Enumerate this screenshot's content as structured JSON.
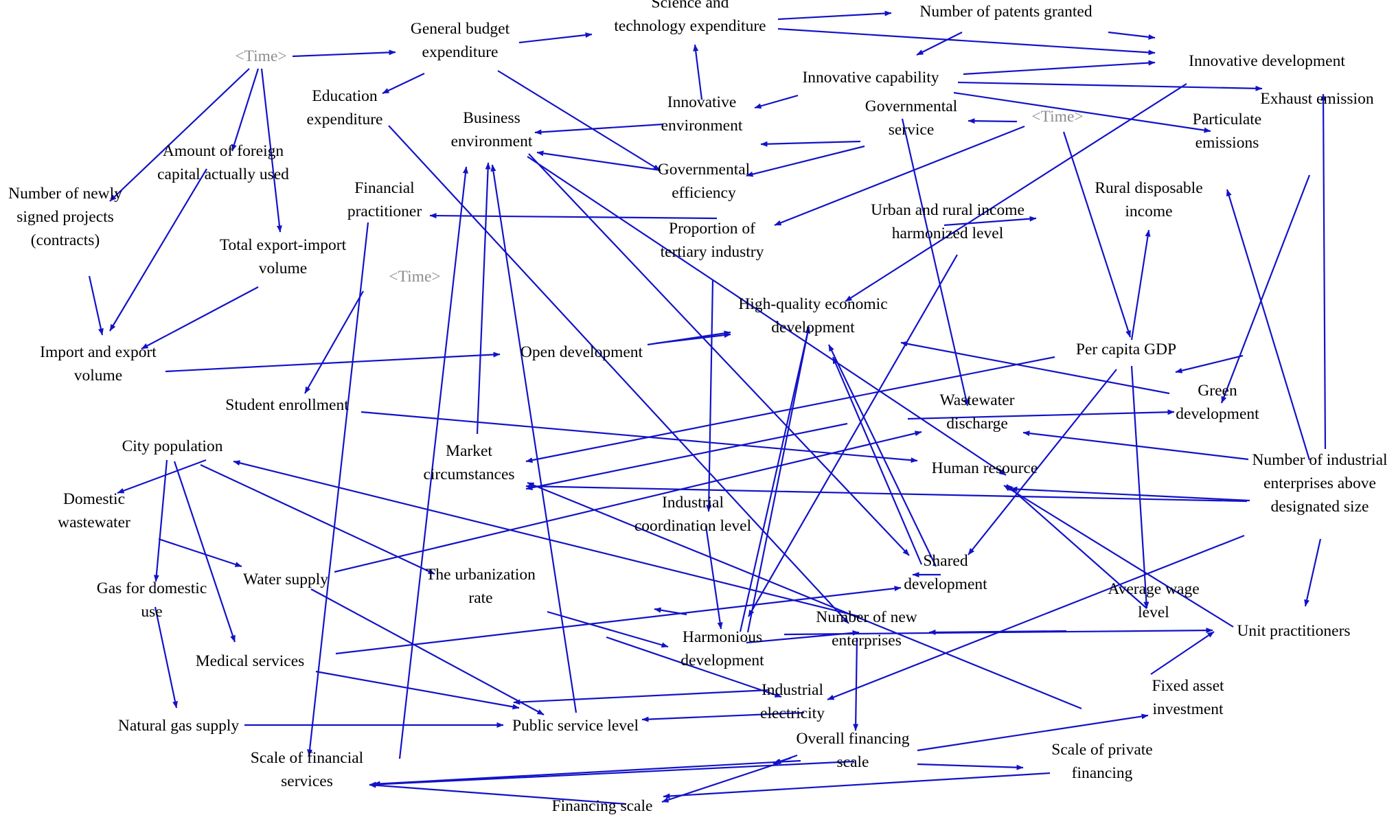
{
  "diagram": {
    "edge_color": "#1212C8",
    "text_color": "#000000",
    "shadow_variable_color": "#8C8C8C",
    "nodes": {
      "science_tech_expenditure": {
        "lines": [
          "Science and",
          "technology expenditure"
        ]
      },
      "patents_granted": {
        "lines": [
          "Number of patents granted"
        ]
      },
      "time_1": {
        "lines": [
          "<Time>"
        ],
        "shadow": true
      },
      "general_budget": {
        "lines": [
          "General budget",
          "expenditure"
        ]
      },
      "innovative_development": {
        "lines": [
          "Innovative development"
        ]
      },
      "innovative_capability": {
        "lines": [
          "Innovative capability"
        ]
      },
      "exhaust_emission": {
        "lines": [
          "Exhaust emission"
        ]
      },
      "education_expenditure": {
        "lines": [
          "Education",
          "expenditure"
        ]
      },
      "innovative_environment": {
        "lines": [
          "Innovative",
          "environment"
        ]
      },
      "governmental_service": {
        "lines": [
          "Governmental",
          "service"
        ]
      },
      "time_2": {
        "lines": [
          "<Time>"
        ],
        "shadow": true
      },
      "particulate_emissions": {
        "lines": [
          "Particulate",
          "emissions"
        ]
      },
      "business_environment": {
        "lines": [
          "Business",
          "environment"
        ]
      },
      "foreign_capital": {
        "lines": [
          "Amount of foreign",
          "capital actually used"
        ]
      },
      "governmental_efficiency": {
        "lines": [
          "Governmental",
          "efficiency"
        ]
      },
      "financial_practitioner": {
        "lines": [
          "Financial",
          "practitioner"
        ]
      },
      "rural_income": {
        "lines": [
          "Rural disposable",
          "income"
        ]
      },
      "new_projects": {
        "lines": [
          "Number of newly",
          "signed projects",
          "(contracts)"
        ]
      },
      "urban_rural_income": {
        "lines": [
          "Urban and rural income",
          "harmonized level"
        ]
      },
      "tertiary_industry": {
        "lines": [
          "Proportion of",
          "tertiary industry"
        ]
      },
      "total_export_import": {
        "lines": [
          "Total export-import",
          "volume"
        ]
      },
      "time_3": {
        "lines": [
          "<Time>"
        ],
        "shadow": true
      },
      "high_quality": {
        "lines": [
          "High-quality economic",
          "development"
        ]
      },
      "import_export": {
        "lines": [
          "Import and export",
          "volume"
        ]
      },
      "open_development": {
        "lines": [
          "Open development"
        ]
      },
      "per_capita_gdp": {
        "lines": [
          "Per capita GDP"
        ]
      },
      "student_enrollment": {
        "lines": [
          "Student enrollment"
        ]
      },
      "wastewater_discharge": {
        "lines": [
          "Wastewater",
          "discharge"
        ]
      },
      "green_development": {
        "lines": [
          "Green",
          "development"
        ]
      },
      "city_population": {
        "lines": [
          "City population"
        ]
      },
      "market_circumstances": {
        "lines": [
          "Market",
          "circumstances"
        ]
      },
      "human_resource": {
        "lines": [
          "Human resource"
        ]
      },
      "industrial_enterprises": {
        "lines": [
          "Number of industrial",
          "enterprises above",
          "designated size"
        ]
      },
      "domestic_wastewater": {
        "lines": [
          "Domestic",
          "wastewater"
        ]
      },
      "industrial_coordination": {
        "lines": [
          "Industrial",
          "coordination level"
        ]
      },
      "water_supply": {
        "lines": [
          "Water supply"
        ]
      },
      "urbanization_rate": {
        "lines": [
          "The urbanization",
          "rate"
        ]
      },
      "shared_development": {
        "lines": [
          "Shared",
          "development"
        ]
      },
      "gas_domestic": {
        "lines": [
          "Gas for domestic",
          "use"
        ]
      },
      "average_wage": {
        "lines": [
          "Average wage",
          "level"
        ]
      },
      "new_enterprises": {
        "lines": [
          "Number of new",
          "enterprises"
        ]
      },
      "unit_practitioners": {
        "lines": [
          "Unit practitioners"
        ]
      },
      "medical_services": {
        "lines": [
          "Medical services"
        ]
      },
      "harmonious_development": {
        "lines": [
          "Harmonious",
          "development"
        ]
      },
      "fixed_asset": {
        "lines": [
          "Fixed asset",
          "investment"
        ]
      },
      "industrial_electricity": {
        "lines": [
          "Industrial",
          "electricity"
        ]
      },
      "natural_gas_supply": {
        "lines": [
          "Natural gas supply"
        ]
      },
      "public_service": {
        "lines": [
          "Public service level"
        ]
      },
      "overall_financing": {
        "lines": [
          "Overall financing",
          "scale"
        ]
      },
      "scale_financial_services": {
        "lines": [
          "Scale of financial",
          "services"
        ]
      },
      "scale_private_financing": {
        "lines": [
          "Scale of private",
          "financing"
        ]
      },
      "financing_scale": {
        "lines": [
          "Financing scale"
        ]
      }
    }
  }
}
